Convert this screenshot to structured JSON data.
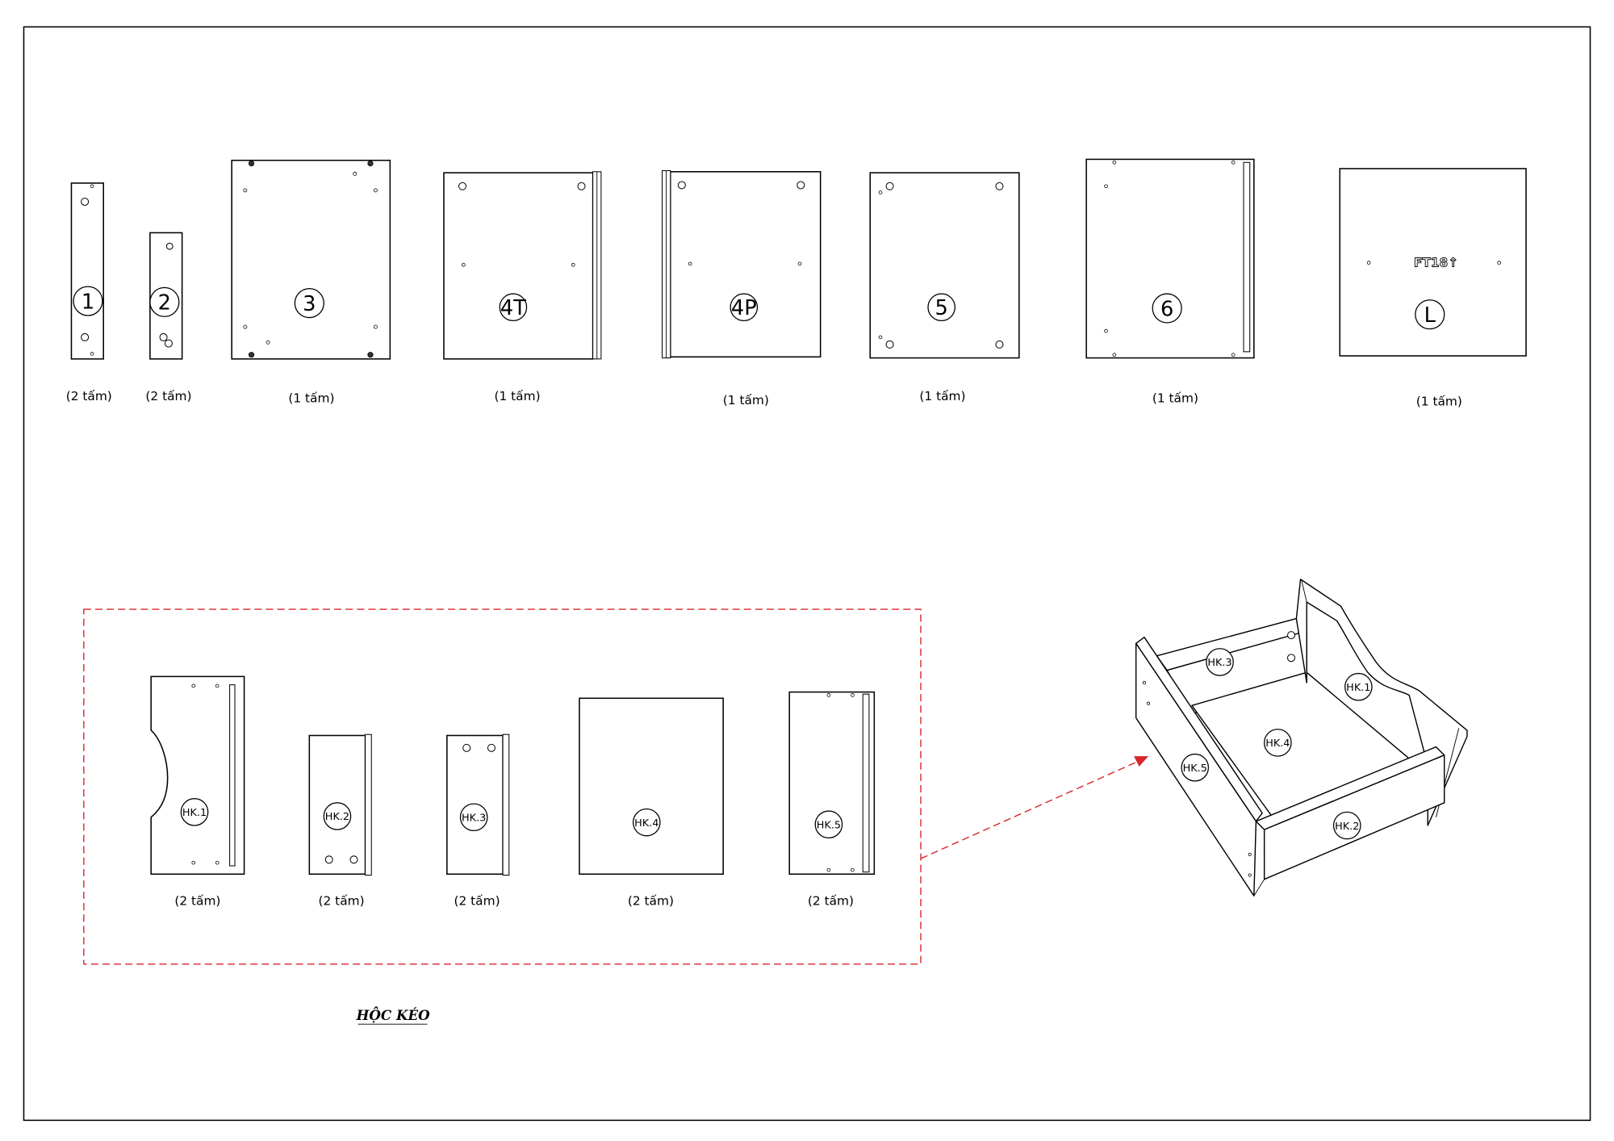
{
  "parts": {
    "p1": {
      "label": "1",
      "qty": "(2 tấm)"
    },
    "p2": {
      "label": "2",
      "qty": "(2 tấm)"
    },
    "p3": {
      "label": "3",
      "qty": "(1 tấm)"
    },
    "p4t": {
      "label": "4T",
      "qty": "(1 tấm)"
    },
    "p4p": {
      "label": "4P",
      "qty": "(1 tấm)"
    },
    "p5": {
      "label": "5",
      "qty": "(1 tấm)"
    },
    "p6": {
      "label": "6",
      "qty": "(1 tấm)"
    },
    "pl": {
      "label": "L",
      "qty": "(1 tấm)",
      "marking": "FT18↑"
    }
  },
  "drawer": {
    "title": "HỘC KÉO",
    "hk1": {
      "label": "HK.1",
      "qty": "(2 tấm)"
    },
    "hk2": {
      "label": "HK.2",
      "qty": "(2 tấm)"
    },
    "hk3": {
      "label": "HK.3",
      "qty": "(2 tấm)"
    },
    "hk4": {
      "label": "HK.4",
      "qty": "(2 tấm)"
    },
    "hk5": {
      "label": "HK.5",
      "qty": "(2 tấm)"
    }
  },
  "assembly": {
    "hk1": "HK.1",
    "hk2": "HK.2",
    "hk3": "HK.3",
    "hk4": "HK.4",
    "hk5": "HK.5"
  },
  "colors": {
    "line": "#000000",
    "callout": "#d8262b",
    "paper": "#ffffff"
  }
}
